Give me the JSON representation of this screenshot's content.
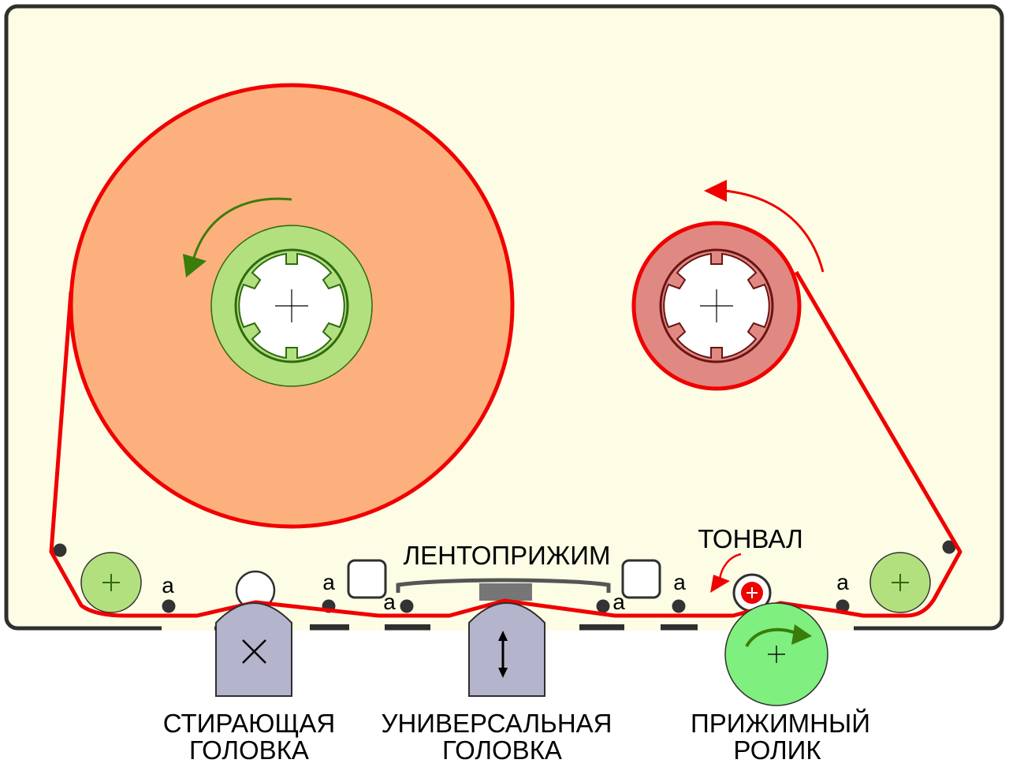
{
  "labels": {
    "pressure_pad": "ЛЕНТОПРИЖИМ",
    "capstan": "ТОНВАЛ",
    "erase_head": [
      "СТИРАЮЩАЯ",
      "ГОЛОВКА"
    ],
    "universal_head": [
      "УНИВЕРСАЛЬНАЯ",
      "ГОЛОВКА"
    ],
    "pinch_roller": [
      "ПРИЖИМНЫЙ",
      "РОЛИК"
    ],
    "guide_marker": "a"
  },
  "colors": {
    "cassette_body": "#fdfde6",
    "cassette_border": "#2f2f2f",
    "tape": "#f00000",
    "supply_tape_pack": "#fcb07d",
    "supply_hub": "#b3e07e",
    "supply_hub_ring": "#2e6a10",
    "takeup_tape_pack": "#e08882",
    "takeup_hub_ring": "#6a1414",
    "rotation_arrow_supply": "#3a7d0a",
    "rotation_arrow_takeup": "#f00000",
    "head": "#b4b5cc",
    "pinch_roller": "#7fef7f",
    "guide_roller": "#b3e07e",
    "pressure_pad_block": "#767676"
  },
  "icons": {
    "erase_head_symbol": "cross-icon",
    "universal_head_symbol": "double-arrow-icon",
    "hub_center": "plus-icon"
  }
}
